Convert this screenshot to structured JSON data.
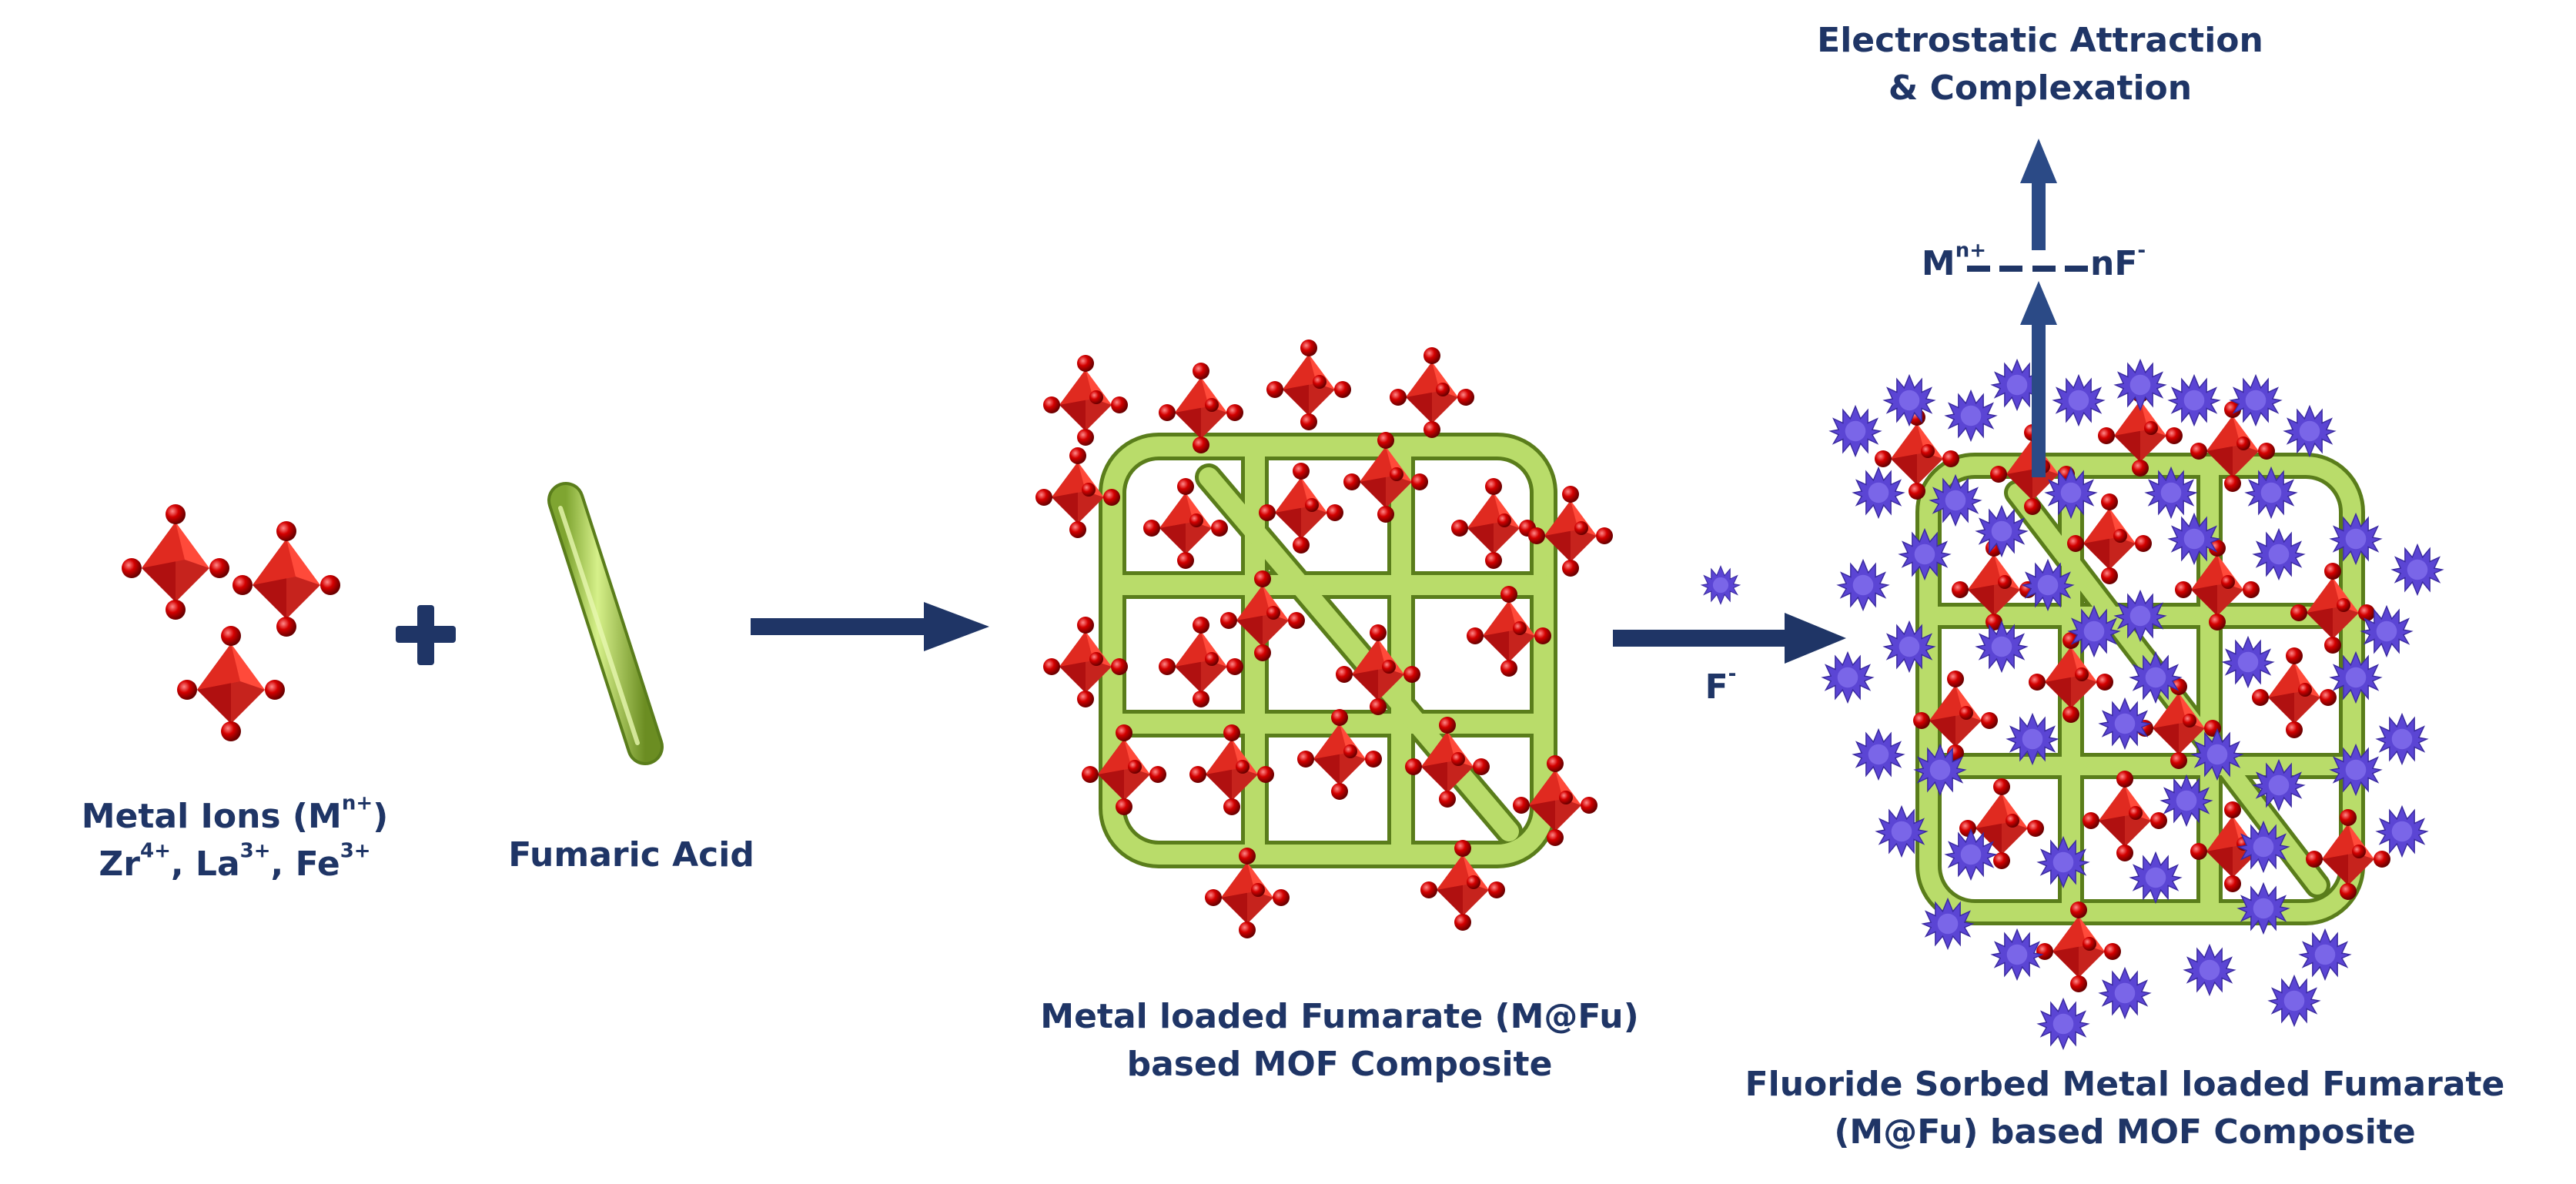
{
  "labels": {
    "metal_ions_line1_prefix": "Metal Ions (M",
    "metal_ions_line1_sup": "n+",
    "metal_ions_line1_suffix": ")",
    "zr": "Zr",
    "zr_sup": "4+",
    "la": ", La",
    "la_sup": "3+",
    "fe": ", Fe",
    "fe_sup": "3+",
    "fumaric_acid": "Fumaric Acid",
    "mof_line1": "Metal loaded Fumarate (M@Fu)",
    "mof_line2": "based MOF Composite",
    "fluoride_symbol": "F",
    "fluoride_sup": "-",
    "sorbed_line1": "Fluoride Sorbed Metal loaded Fumarate",
    "sorbed_line2": "(M@Fu) based MOF Composite",
    "mechanism_line1": "Electrostatic Attraction",
    "mechanism_line2": "& Complexation",
    "complex_left": "M",
    "complex_left_sup": "n+",
    "complex_right": "nF",
    "complex_right_sup": "-"
  },
  "colors": {
    "text": "#1f3566",
    "arrow": "#1f3566",
    "octahedron": "#e02020",
    "oxygen_atom": "#c40000",
    "framework": "#9cc94a",
    "fluoride": "#5f4ad6"
  }
}
